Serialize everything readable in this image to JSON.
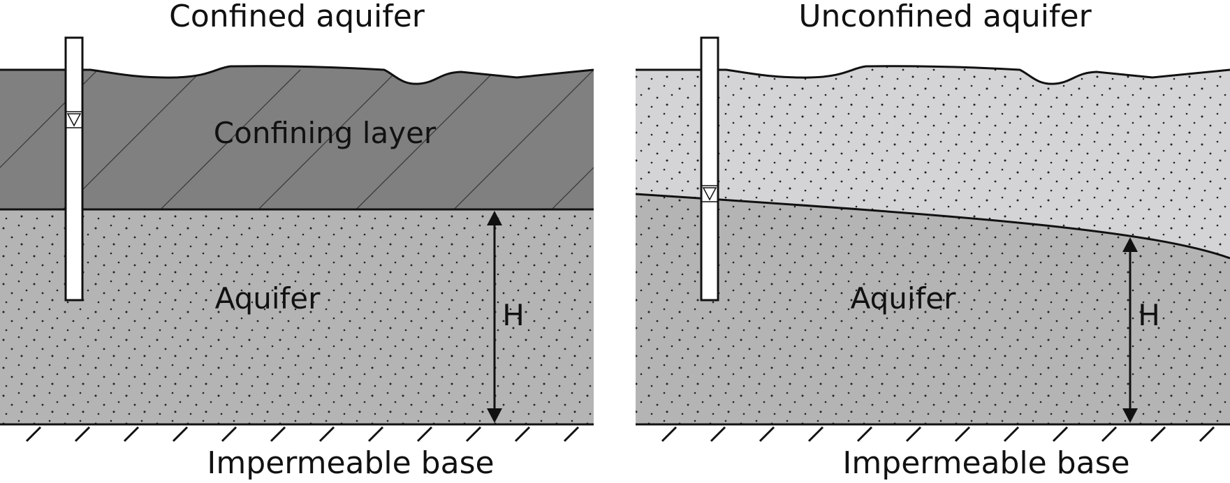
{
  "titles": {
    "left": "Confined aquifer",
    "right": "Unconfined aquifer"
  },
  "labels": {
    "confining_layer": "Confining layer",
    "aquifer_left": "Aquifer",
    "aquifer_right": "Aquifer",
    "h_left": "H",
    "h_right": "H",
    "base_left": "Impermeable base",
    "base_right": "Impermeable base"
  },
  "colors": {
    "confining_layer": "#808080",
    "aquifer": "#b4b4b4",
    "unsaturated_zone": "#d4d4d6",
    "line": "#111111",
    "well": "#ffffff"
  },
  "icons": [
    "water-level-triangle-icon",
    "dimension-arrow-icon"
  ]
}
